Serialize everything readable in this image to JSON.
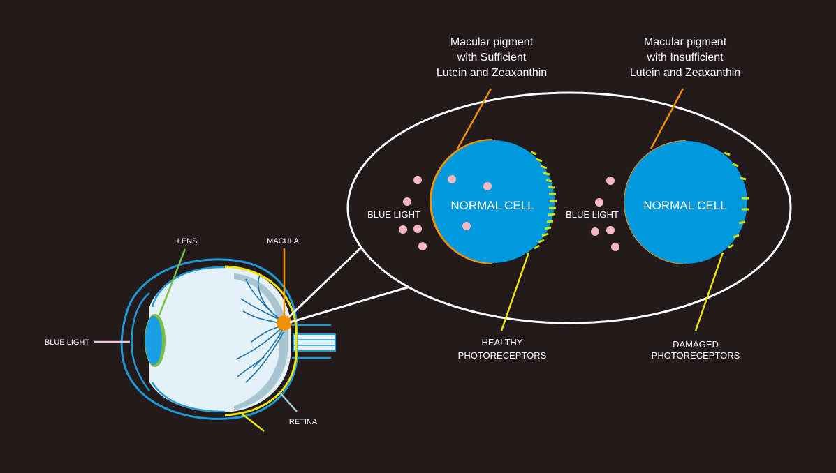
{
  "colors": {
    "background": "#221a1b",
    "eye_white": "#e3f1f8",
    "outline_blue": "#1f9ad8",
    "cell_blue": "#0099dd",
    "lens": "#1b9ee6",
    "lens_edge": "#7ac143",
    "macula": "#f39200",
    "retina": "#a8c6d2",
    "yellow": "#f2e600",
    "pink": "#f7b8c4",
    "pink_line": "#f0c2e0",
    "white": "#ffffff"
  },
  "eye": {
    "lens_label": "LENS",
    "macula_label": "MACULA",
    "retina_label": "RETINA",
    "blue_light_label": "BLUE LIGHT"
  },
  "left_cell": {
    "caption_lines": [
      "Macular pigment",
      "with Sufficient",
      "Lutein and Zeaxanthin"
    ],
    "label": "NORMAL CELL",
    "blue_light_label": "BLUE LIGHT",
    "photoreceptor_lines": [
      "HEALTHY",
      "PHOTORECEPTORS"
    ]
  },
  "right_cell": {
    "caption_lines": [
      "Macular pigment",
      "with Insufficient",
      "Lutein and Zeaxanthin"
    ],
    "label": "NORMAL CELL",
    "blue_light_label": "BLUE LIGHT",
    "photoreceptor_lines": [
      "DAMAGED",
      "PHOTORECEPTORS"
    ]
  }
}
